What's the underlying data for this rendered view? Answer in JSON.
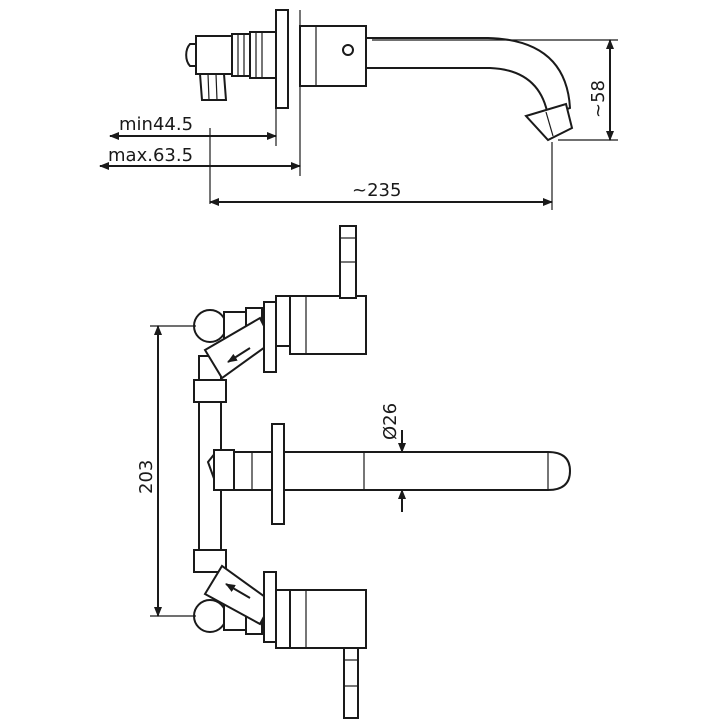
{
  "dimensions": {
    "min": "min44.5",
    "max": "max.63.5",
    "length": "~235",
    "height": "~58",
    "spacing": "203",
    "diameter": "Ø26"
  }
}
